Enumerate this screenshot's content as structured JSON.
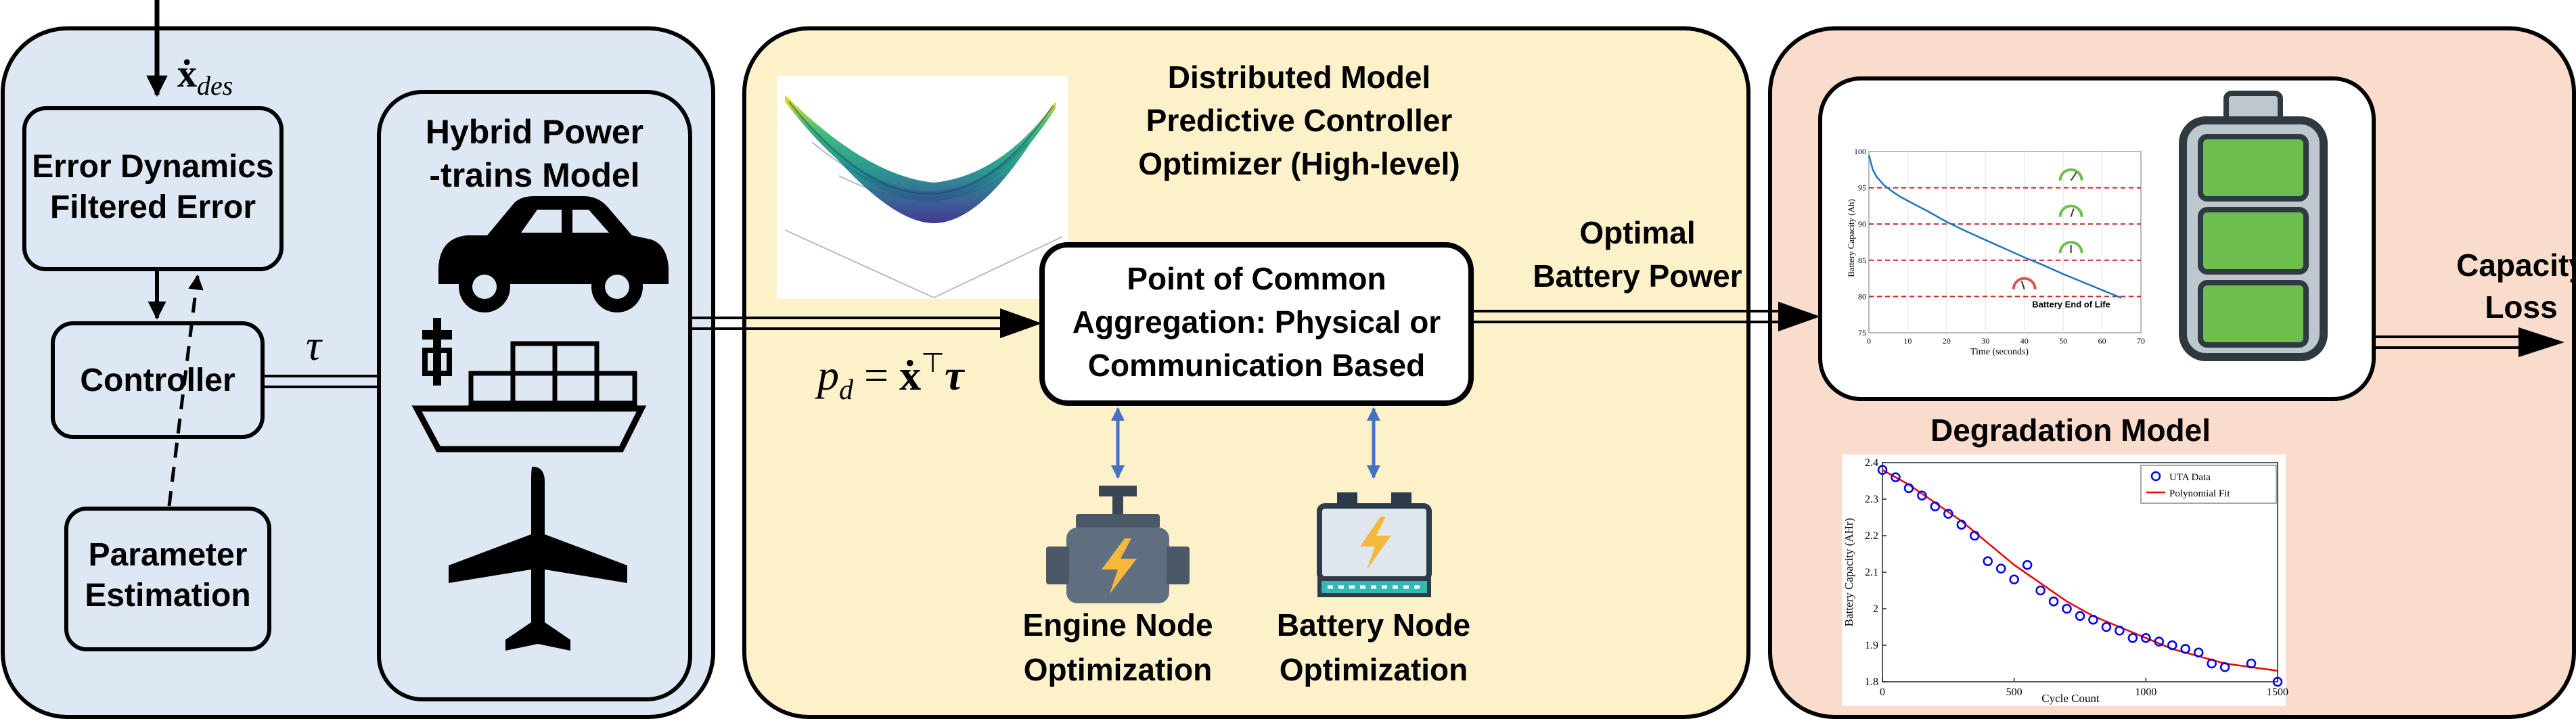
{
  "left_panel": {
    "input_label": "ẋ",
    "input_subscript": "des",
    "error_box": [
      "Error Dynamics",
      "Filtered Error"
    ],
    "controller": "Controller",
    "parameter_box": [
      "Parameter",
      "Estimation"
    ],
    "tau_label": "τ",
    "hybrid_box": [
      "Hybrid Power",
      "-trains Model"
    ]
  },
  "middle_panel": {
    "title": [
      "Distributed Model",
      "Predictive Controller",
      "Optimizer (High-level)"
    ],
    "pcc_box": [
      "Point of Common",
      "Aggregation: Physical or",
      "Communication Based"
    ],
    "pd_equation": {
      "lhs": "p",
      "lhs_sub": "d",
      "eq": " = ",
      "xdot": "ẋ",
      "sup": "⊤",
      "tau": "τ"
    },
    "optimal_label": [
      "Optimal",
      "Battery Power"
    ],
    "engine_label": [
      "Engine Node",
      "Optimization"
    ],
    "battery_label": [
      "Battery Node",
      "Optimization"
    ]
  },
  "right_panel": {
    "degradation_title": "Degradation Model",
    "output_label": [
      "Capacity",
      "Loss"
    ]
  },
  "top_chart": {
    "ylabel": "Battery Capacity (Ah)",
    "xlabel": "Time (seconds)",
    "x_ticks": [
      "0",
      "10",
      "20",
      "30",
      "40",
      "50",
      "60",
      "70"
    ],
    "y_ticks": [
      "75",
      "80",
      "85",
      "90",
      "95",
      "100"
    ],
    "annotation": "Battery End of Life"
  },
  "bottom_chart": {
    "ylabel": "Battery Capacity (AHr)",
    "xlabel": "Cycle Count",
    "x_ticks": [
      "0",
      "500",
      "1000",
      "1500"
    ],
    "y_ticks": [
      "1.8",
      "1.9",
      "2",
      "2.1",
      "2.2",
      "2.3",
      "2.4"
    ],
    "legend": [
      "UTA Data",
      "Polynomial Fit"
    ]
  },
  "colors": {
    "left_bg": "#dde8f4",
    "middle_bg": "#fdf1c9",
    "right_bg": "#f9dccb",
    "link_blue": "#4472c4",
    "battery_green": "#6cbe4f",
    "engine_gray": "#5f6f80",
    "bolt_yellow": "#f5b83d"
  },
  "chart_data": [
    {
      "type": "line",
      "title": "",
      "xlabel": "Time (seconds)",
      "ylabel": "Battery Capacity (Ah)",
      "xlim": [
        0,
        70
      ],
      "ylim": [
        75,
        100
      ],
      "series": [
        {
          "x": [
            0,
            1,
            2,
            4,
            6,
            8,
            10,
            15,
            20,
            25,
            30,
            35,
            40,
            45,
            50,
            55,
            60,
            65
          ],
          "y": [
            99.5,
            97.5,
            96.5,
            95.3,
            94.5,
            93.8,
            93.2,
            91.8,
            90.3,
            89.0,
            87.8,
            86.6,
            85.4,
            84.3,
            83.1,
            82.0,
            80.9,
            79.8
          ]
        }
      ],
      "reference_lines": [
        95,
        90,
        85,
        80
      ],
      "annotation": "Battery End of Life"
    },
    {
      "type": "scatter",
      "title": "",
      "xlabel": "Cycle Count",
      "ylabel": "Battery Capacity (AHr)",
      "xlim": [
        0,
        1500
      ],
      "ylim": [
        1.8,
        2.4
      ],
      "series": [
        {
          "name": "UTA Data",
          "x": [
            0,
            50,
            100,
            150,
            200,
            250,
            300,
            350,
            400,
            450,
            500,
            550,
            600,
            650,
            700,
            750,
            800,
            850,
            900,
            950,
            1000,
            1050,
            1100,
            1150,
            1200,
            1250,
            1300,
            1400,
            1500
          ],
          "y": [
            2.38,
            2.36,
            2.33,
            2.31,
            2.28,
            2.26,
            2.23,
            2.2,
            2.13,
            2.11,
            2.08,
            2.12,
            2.05,
            2.02,
            2.0,
            1.98,
            1.97,
            1.95,
            1.94,
            1.92,
            1.92,
            1.91,
            1.9,
            1.89,
            1.88,
            1.85,
            1.84,
            1.85,
            1.8
          ]
        },
        {
          "name": "Polynomial Fit",
          "x": [
            0,
            100,
            200,
            300,
            400,
            500,
            600,
            700,
            800,
            900,
            1000,
            1100,
            1200,
            1300,
            1400,
            1500
          ],
          "y": [
            2.38,
            2.34,
            2.29,
            2.24,
            2.18,
            2.12,
            2.07,
            2.02,
            1.98,
            1.95,
            1.92,
            1.89,
            1.87,
            1.85,
            1.84,
            1.83
          ]
        }
      ]
    }
  ]
}
